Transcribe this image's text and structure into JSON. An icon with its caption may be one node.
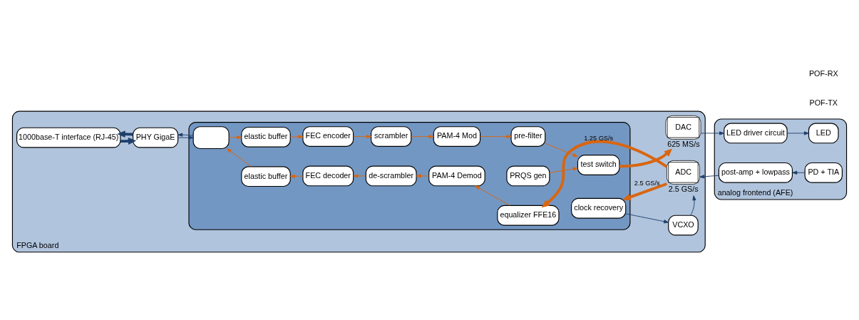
{
  "diagram": {
    "nodes": [
      {
        "text": [
          "FPGA board"
        ]
      },
      {
        "text": [
          "1000base-T interface (RJ-45)"
        ],
        "in": 0
      },
      {
        "text": [
          "PHY GigaE"
        ],
        "in": 0
      },
      {
        "text": [],
        "shape": "box",
        "in": 0
      },
      {
        "text": [],
        "shape": "box",
        "in": 3
      },
      {
        "text": [
          "elastic buffer"
        ],
        "in": 3
      },
      {
        "text": [
          "FEC encoder"
        ],
        "in": 3
      },
      {
        "text": [
          "scrambler"
        ],
        "in": 3
      },
      {
        "text": [
          "PAM-4 Mod"
        ],
        "in": 3
      },
      {
        "text": [
          "pre-filter"
        ],
        "in": 3
      },
      {
        "text": [
          "test switch"
        ],
        "in": 3
      },
      {
        "text": [
          "PRQS gen"
        ],
        "in": 3
      },
      {
        "text": [
          "clock recovery"
        ],
        "in": 3
      },
      {
        "text": [
          "elastic buffer"
        ],
        "in": 3
      },
      {
        "text": [
          "FEC decoder"
        ],
        "in": 3
      },
      {
        "text": [
          "de-scrambler"
        ],
        "in": 3
      },
      {
        "text": [
          "PAM-4 Demod"
        ],
        "in": 3
      },
      {
        "text": [
          "equalizer FFE16"
        ],
        "in": 3
      },
      {
        "text": [
          "DAC"
        ],
        "beside": [
          "625 MS/s"
        ],
        "in": 0
      },
      {
        "text": [
          "VCXO"
        ],
        "in": 0
      },
      {
        "text": [
          "ADC"
        ],
        "beside": [
          "2.5 GS/s"
        ],
        "in": 0
      },
      {
        "text": [
          "analog frontend (AFE)"
        ]
      },
      {
        "text": [
          "LED driver circuit"
        ],
        "in": 21
      },
      {
        "text": [
          "LED"
        ],
        "in": 21
      },
      {
        "text": [
          "post-amp + lowpass"
        ],
        "in": 21
      },
      {
        "text": [
          "PD + TIA"
        ],
        "in": 21
      }
    ],
    "edges": [
      {
        "from": 1,
        "to": 2,
        "arrow": "to",
        "style": "thick",
        "color": "#1f3f6b"
      },
      {
        "from": 2,
        "to": 1,
        "arrow": "to",
        "style": "thick",
        "color": "#1f3f6b"
      },
      {
        "from": 2,
        "to": 4,
        "arrow": "to",
        "color": "#1f3f6b"
      },
      {
        "from": 4,
        "to": 2,
        "arrow": "to",
        "color": "#1f3f6b"
      },
      {
        "from": 4,
        "to": 5,
        "arrow": "to"
      },
      {
        "from": 5,
        "to": 6,
        "arrow": "to"
      },
      {
        "from": 6,
        "to": 7,
        "arrow": "to"
      },
      {
        "from": 7,
        "to": 8,
        "arrow": "to"
      },
      {
        "from": 8,
        "to": 9,
        "arrow": "to"
      },
      {
        "from": 9,
        "to": 10,
        "arrow": "to"
      },
      {
        "from": 11,
        "to": 10,
        "arrow": "to"
      },
      {
        "from": 10,
        "to": 18,
        "arrow": "to",
        "style": "thick"
      },
      {
        "from": 18,
        "to": 22,
        "arrow": "to",
        "color": "#1f3f6b"
      },
      {
        "from": 22,
        "to": 23,
        "arrow": "to",
        "color": "#1f3f6b"
      },
      {
        "from": 12,
        "to": 19,
        "arrow": "to",
        "color": "#1f3f6b"
      },
      {
        "from": 19,
        "to": 20,
        "arrow": "to",
        "color": "#1f3f6b"
      },
      {
        "from": 25,
        "to": 24,
        "arrow": "to",
        "color": "#1f3f6b"
      },
      {
        "from": 24,
        "to": 20,
        "arrow": "to",
        "color": "#1f3f6b"
      },
      {
        "from": 20,
        "to": 17,
        "arrow": "to",
        "style": "thick",
        "label": "1.25 GS/s"
      },
      {
        "from": 20,
        "to": 12,
        "arrow": "to",
        "style": "thick",
        "label": "2.5 GS/s"
      },
      {
        "from": 17,
        "to": 16,
        "arrow": "to"
      },
      {
        "from": 16,
        "to": 15,
        "arrow": "to"
      },
      {
        "from": 15,
        "to": 14,
        "arrow": "to"
      },
      {
        "from": 14,
        "to": 13,
        "arrow": "to"
      },
      {
        "from": 13,
        "to": 4,
        "arrow": "to"
      }
    ],
    "labels": [
      "POF-TX",
      "POF-RX"
    ]
  }
}
